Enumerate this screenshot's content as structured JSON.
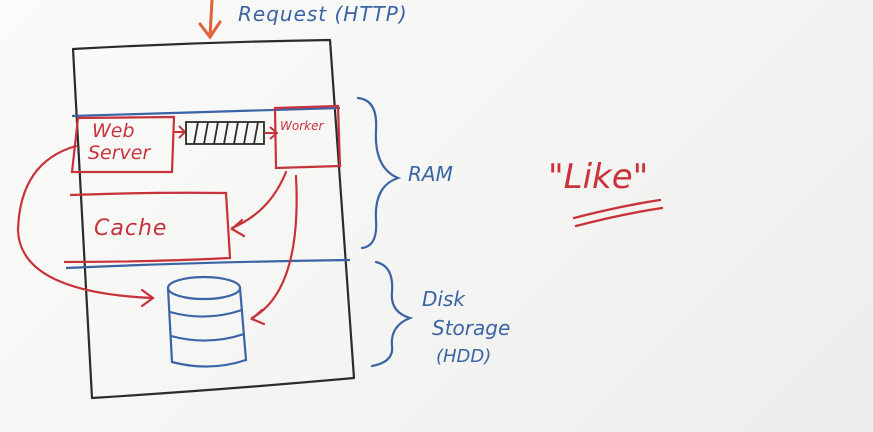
{
  "request_label": "Request (HTTP)",
  "web_server_label_line1": "Web",
  "web_server_label_line2": "Server",
  "worker_label": "Worker",
  "cache_label": "Cache",
  "ram_label": "RAM",
  "disk_label_line1": "Disk",
  "disk_label_line2": "Storage",
  "disk_label_line3": "(HDD)",
  "like_label": "\"Like\"",
  "colors": {
    "ink_black": "#2b2b2b",
    "ink_blue": "#3a64a6",
    "ink_red": "#c8323a",
    "ink_orange": "#e0643a"
  }
}
